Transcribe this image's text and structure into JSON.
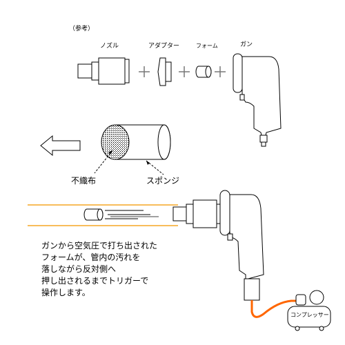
{
  "reference_note": "（参考）",
  "labels": {
    "nozzle": "ノズル",
    "adapter": "アダプター",
    "foam": "フォーム",
    "gun": "ガン",
    "fabric": "不織布",
    "sponge": "スポンジ",
    "compressor": "コンプレッサー"
  },
  "plus_sign": "+",
  "description": [
    "ガンから空気圧で打ち出された",
    "フォームが、管内の汚れを",
    "落しながら反対側へ",
    "押し出されるまでトリガーで",
    "操作します。"
  ],
  "colors": {
    "pipe": "#f5a623",
    "hose": "#ff6600",
    "line": "#000000"
  }
}
